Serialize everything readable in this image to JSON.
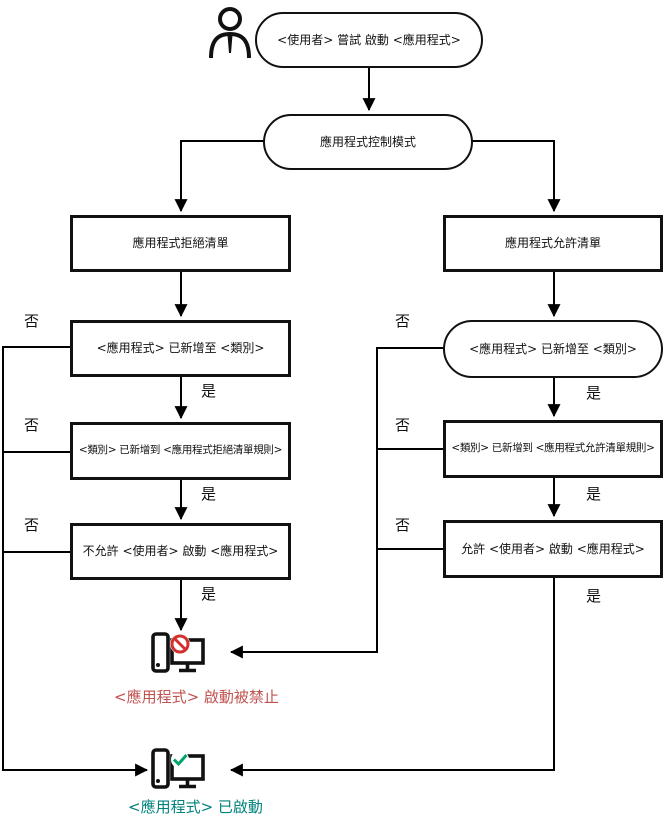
{
  "flow": {
    "start_label": "<使用者> 嘗試 啟動 <應用程式>",
    "mode_label": "應用程式控制模式",
    "deny_branch": {
      "title": "應用程式拒絕清單",
      "check_category": "<應用程式> 已新增至 <類別>",
      "check_rule": "<類別> 已新增到 <應用程式拒絕清單規則>",
      "action": "不允許 <使用者> 啟動 <應用程式>"
    },
    "allow_branch": {
      "title": "應用程式允許清單",
      "check_category": "<應用程式> 已新增至 <類別>",
      "check_rule": "<類別> 已新增到 <應用程式允許清單規則>",
      "action": "允許 <使用者> 啟動 <應用程式>"
    },
    "edge_labels": {
      "no": "否",
      "yes": "是"
    },
    "outcomes": {
      "blocked": "<應用程式> 啟動被禁止",
      "started": "<應用程式> 已啟動"
    },
    "icons": {
      "actor": "person-icon",
      "blocked": "computer-blocked-icon",
      "started": "computer-started-icon"
    },
    "colors": {
      "stroke": "#000000",
      "blocked_text": "#C0534F",
      "started_text": "#00837B",
      "prohibit_badge": "#D32F2F",
      "check_badge": "#00A36C"
    }
  }
}
